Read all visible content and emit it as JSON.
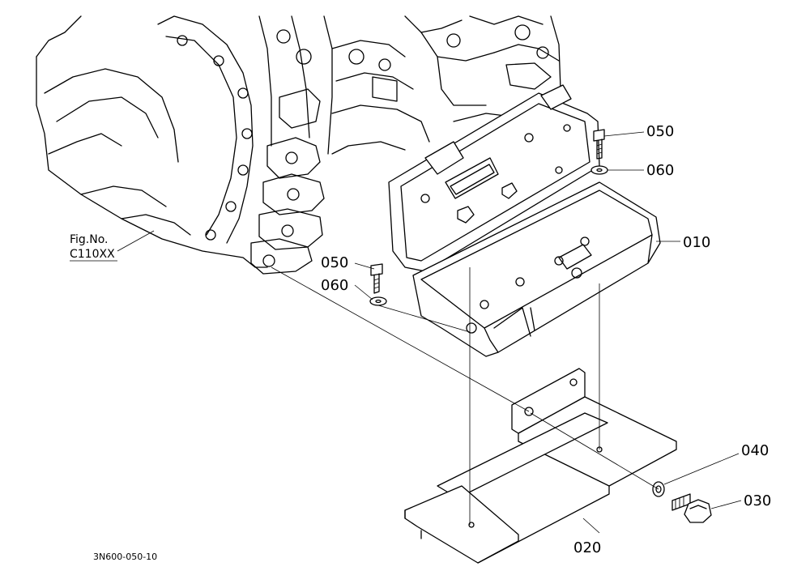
{
  "figure": {
    "ref_label_line1": "Fig.No.",
    "ref_label_line2": "C110XX",
    "drawing_code": "3N600-050-10"
  },
  "parts": [
    {
      "id": "010"
    },
    {
      "id": "020"
    },
    {
      "id": "030"
    },
    {
      "id": "040"
    },
    {
      "id": "050"
    },
    {
      "id": "060"
    }
  ],
  "callouts": {
    "c050_right": "050",
    "c060_right": "060",
    "c010": "010",
    "c050_left": "050",
    "c060_left": "060",
    "c040": "040",
    "c030": "030",
    "c020": "020"
  }
}
